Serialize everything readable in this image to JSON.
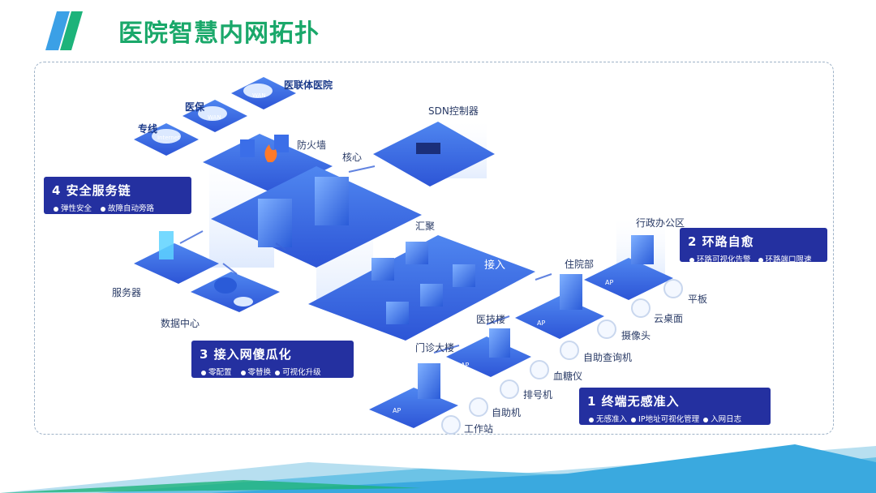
{
  "title": "医院智慧内网拓扑",
  "nodes": {
    "lianti": "医联体医院",
    "yibao": "医保",
    "zhuanxian": "专线",
    "wan1": "WAN",
    "wan2": "WAN",
    "internet": "Internet",
    "firewall": "防火墙",
    "core": "核心",
    "sdn": "SDN控制器",
    "huiju": "汇聚",
    "jieru": "接入",
    "server": "服务器",
    "datacenter": "数据中心",
    "menzhen": "门诊大楼",
    "yiji": "医技楼",
    "zhuyuan": "住院部",
    "xingzheng": "行政办公区",
    "ap": "AP"
  },
  "terminals": [
    "工作站",
    "自助机",
    "排号机",
    "血糖仪",
    "自助查询机",
    "摄像头",
    "云桌面",
    "平板"
  ],
  "callouts": {
    "c4": {
      "title": "4 安全服务链",
      "items": [
        "弹性安全",
        "故障自动旁路"
      ]
    },
    "c3": {
      "title": "3 接入网傻瓜化",
      "items": [
        "零配置",
        "零替换",
        "可视化升级"
      ]
    },
    "c2": {
      "title": "2 环路自愈",
      "items": [
        "环路可视化告警",
        "环路端口限速"
      ]
    },
    "c1": {
      "title": "1 终端无感准入",
      "items": [
        "无感准入",
        "IP地址可视化管理",
        "入网日志"
      ]
    }
  },
  "colors": {
    "accent": "#1aa86a",
    "callout": "#2430a0",
    "platform": "#2f63e0",
    "platform_light": "#6f9bf4"
  }
}
